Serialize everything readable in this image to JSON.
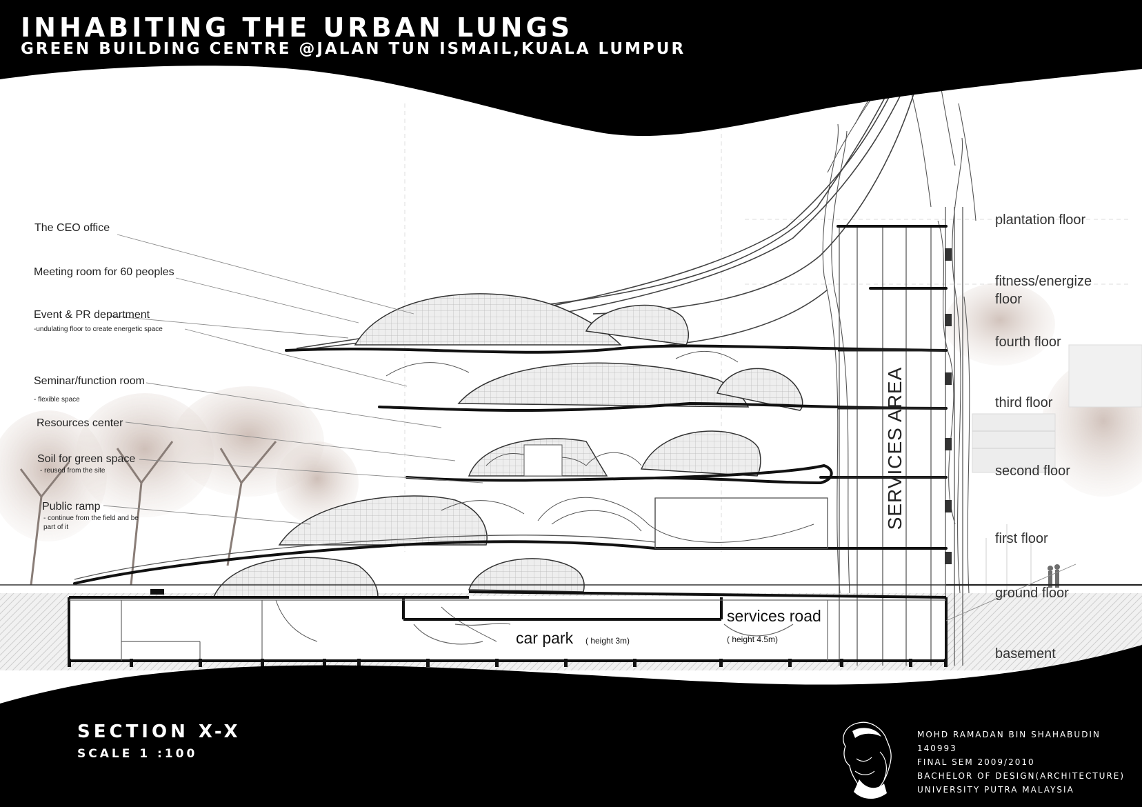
{
  "header": {
    "title": "INHABITING THE URBAN LUNGS",
    "subtitle": "GREEN BUILDING CENTRE @JALAN TUN ISMAIL,KUALA LUMPUR"
  },
  "annotations": {
    "ceo_office": "The CEO office",
    "meeting_room": "Meeting room for 60 peoples",
    "event_pr": "Event & PR department",
    "event_pr_note": "-undulating floor to create energetic space",
    "seminar": "Seminar/function room",
    "seminar_note": "- flexible space",
    "resources": "Resources center",
    "soil": "Soil for green space",
    "soil_note": "- reused from the site",
    "ramp": "Public ramp",
    "ramp_note_1": "- continue from the field and be",
    "ramp_note_2": "part of it"
  },
  "floors": {
    "plantation": "plantation floor",
    "fitness_1": "fitness/energize",
    "fitness_2": "floor",
    "fourth": "fourth floor",
    "third": "third floor",
    "second": "second floor",
    "first": "first floor",
    "ground": "ground floor",
    "basement": "basement"
  },
  "labels": {
    "services_area": "SERVICES AREA",
    "services_road": "services road",
    "services_road_height": "( height 4.5m)",
    "car_park": "car park",
    "car_park_height": "( height 3m)"
  },
  "section": {
    "title": "SECTION X-X",
    "scale": "SCALE 1 :100"
  },
  "credits": {
    "name": "MOHD RAMADAN BIN SHAHABUDIN",
    "id": "140993",
    "semester": "FINAL SEM 2009/2010",
    "degree": "BACHELOR OF DESIGN(ARCHITECTURE)",
    "university": "UNIVERSITY PUTRA MALAYSIA"
  },
  "colors": {
    "band": "#000000",
    "paper": "#ffffff",
    "line": "#111111",
    "shell": "#e9e9e9"
  }
}
